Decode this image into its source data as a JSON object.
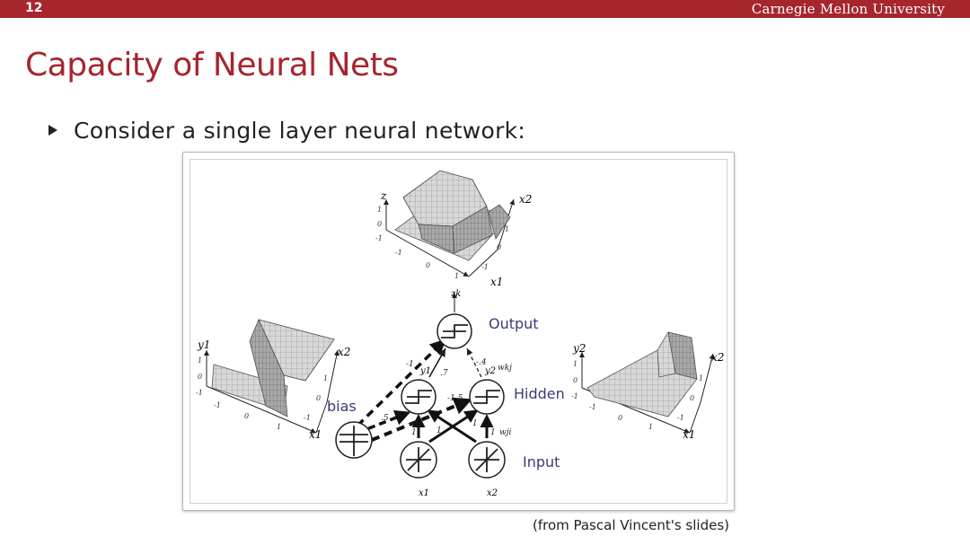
{
  "header": {
    "slide_number": "12",
    "university": "Carnegie Mellon University",
    "accent_color": "#a6262e"
  },
  "title": "Capacity of Neural Nets",
  "bullet": "Consider a single layer neural network:",
  "figure": {
    "surfaces": {
      "top": {
        "vertical_axis": "z",
        "depth_axis": "x2",
        "front_axis": "x1",
        "ticks_v": [
          "1",
          "0",
          "-1"
        ],
        "ticks_front": [
          "-1",
          "0",
          "1"
        ],
        "ticks_depth": [
          "-1",
          "0",
          "1"
        ]
      },
      "left": {
        "vertical_axis": "y1",
        "depth_axis": "x2",
        "front_axis": "x1",
        "ticks_v": [
          "1",
          "0",
          "-1"
        ],
        "ticks_front": [
          "-1",
          "0",
          "1"
        ],
        "ticks_depth": [
          "-1",
          "0",
          "1"
        ]
      },
      "right": {
        "vertical_axis": "y2",
        "depth_axis": "x2",
        "front_axis": "x1",
        "ticks_v": [
          "1",
          "0",
          "-1"
        ],
        "ticks_front": [
          "-1",
          "0",
          "1"
        ],
        "ticks_depth": [
          "-1",
          "0",
          "1"
        ]
      }
    },
    "network": {
      "output_node_label": "zk",
      "hidden_node_labels": [
        "y1",
        "y2"
      ],
      "input_node_labels": [
        "x1",
        "x2"
      ],
      "layer_labels": {
        "output": "Output",
        "hidden": "Hidden",
        "input": "Input",
        "bias": "bias"
      },
      "weight_labels": {
        "bias_to_output": "-1",
        "y1_to_output": ".7",
        "y2_to_output": "-.4",
        "bias_to_y1": ".5",
        "bias_to_y2": "-1.5",
        "x1_to_y1": "1",
        "x1_to_y2": "1",
        "x2_to_y1": "1",
        "x2_to_y2": "1",
        "wkj": "wkj",
        "wji": "wji"
      }
    }
  },
  "caption": "(from Pascal Vincent's slides)"
}
